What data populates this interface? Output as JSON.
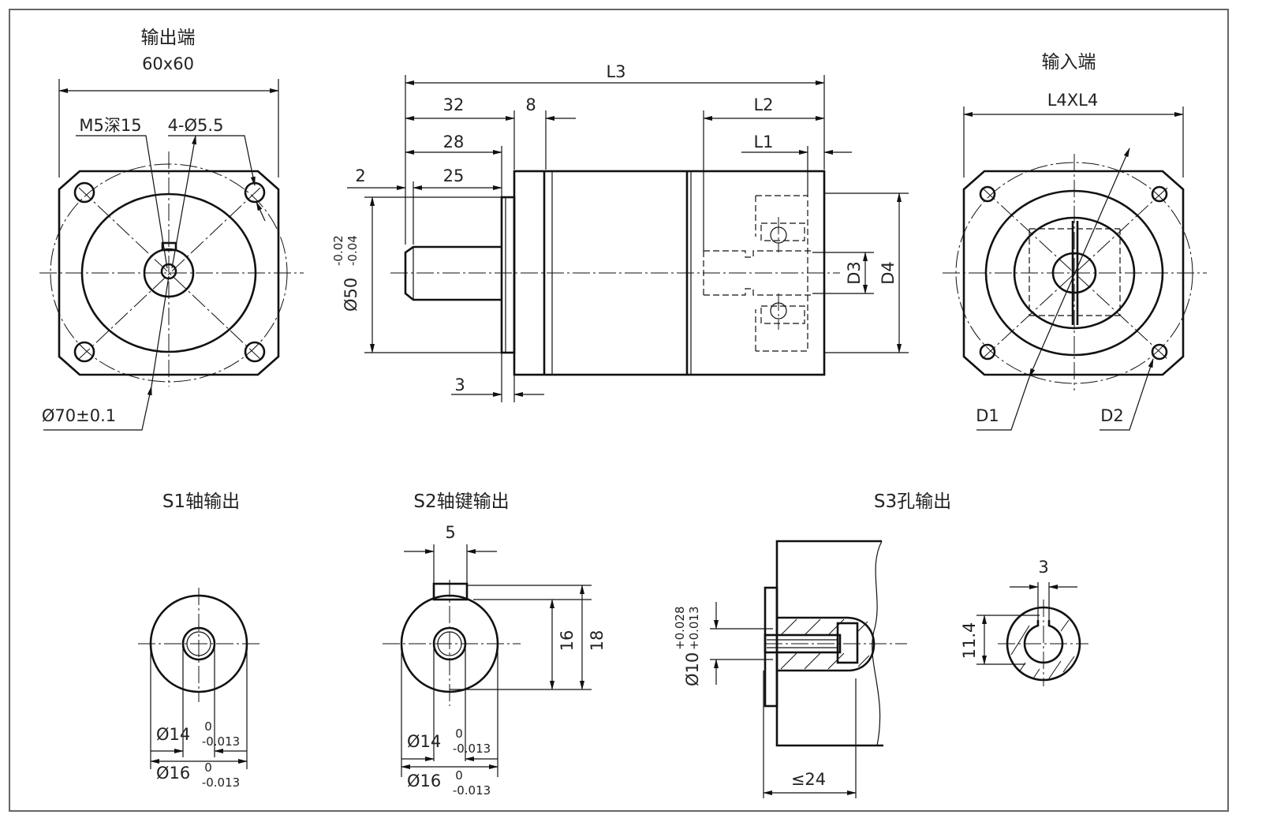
{
  "output_view": {
    "title": "输出端",
    "size": "60x60",
    "thread_note": "M5深15",
    "hole_note": "4-Ø5.5",
    "pcd_note": "Ø70±0.1"
  },
  "side_view": {
    "L3": "L3",
    "d32": "32",
    "d8": "8",
    "d28": "28",
    "d25": "25",
    "d2": "2",
    "L2": "L2",
    "L1": "L1",
    "d3": "3",
    "dia50": "Ø50",
    "tol50_up": "-0.02",
    "tol50_low": "-0.04",
    "D3": "D3",
    "D4": "D4"
  },
  "input_view": {
    "title": "输入端",
    "size": "L4XL4",
    "D1": "D1",
    "D2": "D2"
  },
  "s1": {
    "title": "S1轴输出",
    "dia14": "Ø14",
    "tol14_up": "0",
    "tol14_low": "-0.013",
    "dia16": "Ø16",
    "tol16_up": "0",
    "tol16_low": "-0.013"
  },
  "s2": {
    "title": "S2轴键输出",
    "key_width": "5",
    "d16": "16",
    "d18": "18",
    "dia14": "Ø14",
    "tol14_up": "0",
    "tol14_low": "-0.013",
    "dia16": "Ø16",
    "tol16_up": "0",
    "tol16_low": "-0.013"
  },
  "s3": {
    "title": "S3孔输出",
    "dia10": "Ø10",
    "tol_up": "+0.028",
    "tol_low": "+0.013",
    "depth": "≤24",
    "key_width": "3",
    "key_height": "11.4"
  }
}
